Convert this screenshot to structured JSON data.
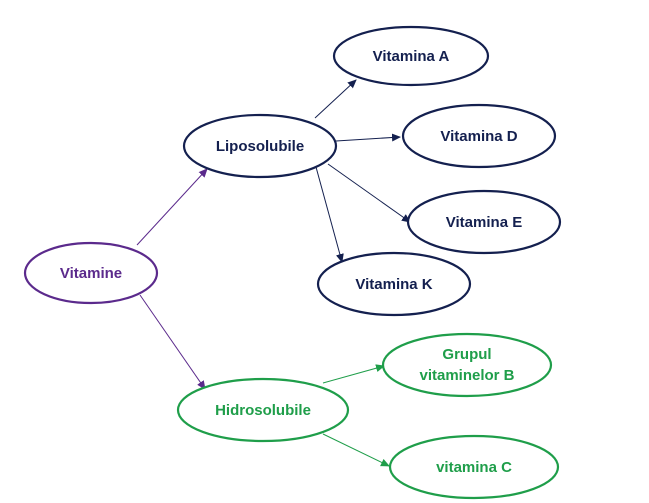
{
  "colors": {
    "root": "#5b2a8c",
    "lipo": "#14204f",
    "hidro": "#1f9e4a",
    "background": "#ffffff"
  },
  "nodes": {
    "root": {
      "label": "Vitamine"
    },
    "lipo": {
      "label": "Liposolubile"
    },
    "hidro": {
      "label": "Hidrosolubile"
    },
    "vit_a": {
      "label": "Vitamina A"
    },
    "vit_d": {
      "label": "Vitamina D"
    },
    "vit_e": {
      "label": "Vitamina E"
    },
    "vit_k": {
      "label": "Vitamina K"
    },
    "grup_b": {
      "label_line1": "Grupul",
      "label_line2": "vitaminelor B"
    },
    "vit_c": {
      "label": "vitamina C"
    }
  }
}
